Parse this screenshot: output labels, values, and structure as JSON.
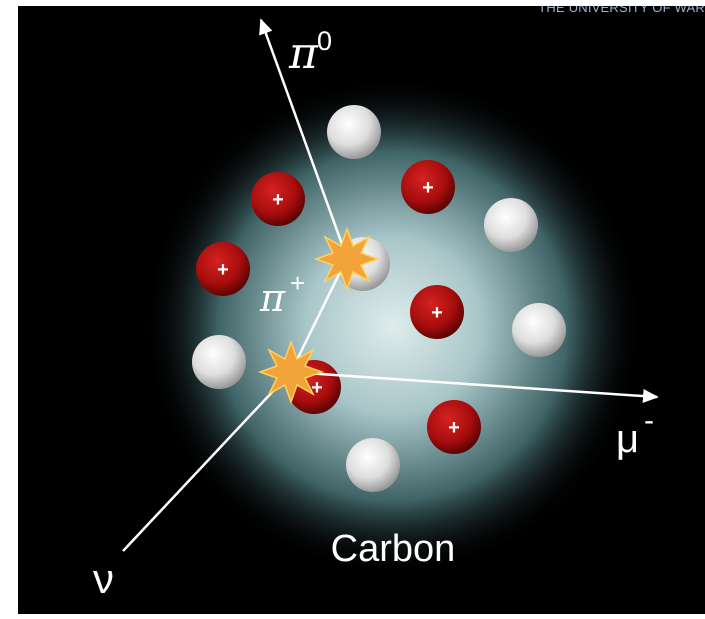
{
  "watermark": "THE UNIVERSITY OF WAR",
  "labels": {
    "nucleus": "Carbon",
    "pi0_symbol": "π",
    "pi0_sup": "0",
    "piplus_symbol": "π",
    "piplus_sup": "+",
    "muon_symbol": "μ",
    "muon_sup": "-",
    "neutrino": "ν"
  },
  "proton_charge": "+",
  "colors": {
    "background": "#000000",
    "nucleus_glow": "#c9dde0",
    "proton": "#b01010",
    "neutron": "#e6e6e6",
    "vertex": "#f4a93a",
    "track": "#ffffff"
  }
}
